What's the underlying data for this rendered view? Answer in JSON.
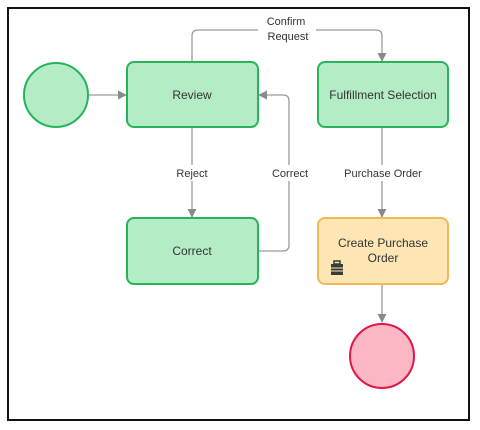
{
  "diagram": {
    "nodes": {
      "start": {
        "kind": "start-event",
        "color": "#b4ecc6",
        "stroke": "#27b35a"
      },
      "review": {
        "label": "Review",
        "color": "#b4ecc6",
        "stroke": "#27b35a"
      },
      "correct": {
        "label": "Correct",
        "color": "#b4ecc6",
        "stroke": "#27b35a"
      },
      "fulfillment": {
        "label": "Fulfillment Selection",
        "color": "#b4ecc6",
        "stroke": "#27b35a"
      },
      "create_po": {
        "label_line1": "Create Purchase",
        "label_line2": "Order",
        "color": "#fde6b4",
        "stroke": "#f0b955",
        "icon": "briefcase-icon"
      },
      "end": {
        "kind": "end-event",
        "color": "#fbb7c3",
        "stroke": "#e0174a"
      }
    },
    "edges": {
      "confirm_line1": "Confirm",
      "confirm_line2": "Request",
      "reject": "Reject",
      "correct_back": "Correct",
      "purchase_order": "Purchase Order"
    },
    "edge_color": "#9a9a9a"
  }
}
